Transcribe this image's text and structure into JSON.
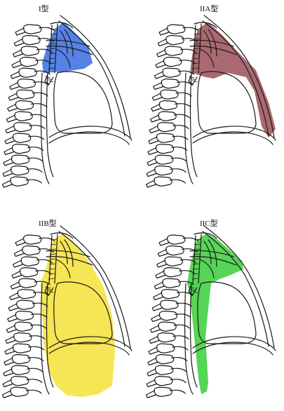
{
  "panels": [
    {
      "label": "I型",
      "region": "apex",
      "color": "#3f6fe3"
    },
    {
      "label": "IIA型",
      "region": "apex_to_base",
      "color": "#9e545c"
    },
    {
      "label": "IIB型",
      "region": "apex_and_lung",
      "color": "#f5e33d"
    },
    {
      "label": "IIC型",
      "region": "apex_to_diaphragm",
      "color": "#3fcf3f"
    }
  ],
  "colors": {
    "outline": "#1a1a1a",
    "background": "#ffffff"
  }
}
